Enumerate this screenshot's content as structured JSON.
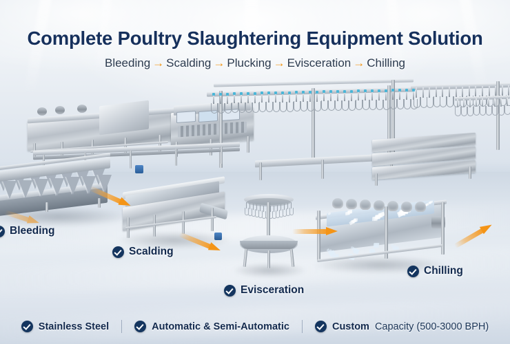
{
  "header": {
    "title": "Complete Poultry Slaughtering Equipment Solution",
    "process_steps": [
      "Bleeding",
      "Scalding",
      "Plucking",
      "Evisceration",
      "Chilling"
    ],
    "step_arrow_glyph": "→"
  },
  "colors": {
    "title_navy": "#16305c",
    "badge_navy": "#14355f",
    "accent_orange": "#f59a23",
    "body_text": "#2b3a4e"
  },
  "stages": [
    {
      "label": "Bleeding",
      "icon": "check-circle-icon"
    },
    {
      "label": "Scalding",
      "icon": "check-circle-icon"
    },
    {
      "label": "Evisceration",
      "icon": "check-circle-icon"
    },
    {
      "label": "Chilling",
      "icon": "check-circle-icon"
    }
  ],
  "features": [
    {
      "icon": "check-circle-icon",
      "text": "Stainless Steel",
      "sub": ""
    },
    {
      "icon": "check-circle-icon",
      "text": "Automatic & Semi-Automatic",
      "sub": ""
    },
    {
      "icon": "check-circle-icon",
      "text": "Custom",
      "sub": "Capacity (500-3000 BPH)"
    }
  ],
  "equipment": [
    {
      "name": "bleeding-cone-line"
    },
    {
      "name": "scalding-tank"
    },
    {
      "name": "evisceration-carousel"
    },
    {
      "name": "screw-chiller"
    },
    {
      "name": "overhead-shackle-conveyor"
    },
    {
      "name": "scalder-tunnel"
    },
    {
      "name": "plucking-machine"
    }
  ]
}
